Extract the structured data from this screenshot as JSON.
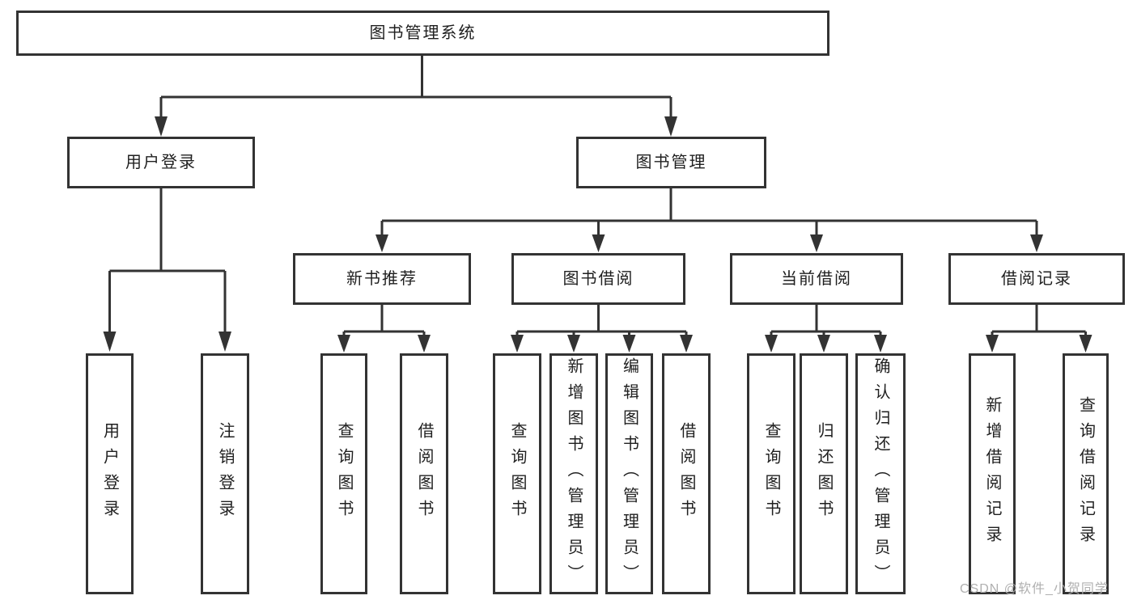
{
  "diagram": {
    "root": {
      "label": "图书管理系统"
    },
    "level2": [
      {
        "id": "user-login",
        "label": "用户登录",
        "leaves": [
          {
            "label": "用户登录"
          },
          {
            "label": "注销登录"
          }
        ]
      },
      {
        "id": "book-management",
        "label": "图书管理",
        "groups": [
          {
            "label": "新书推荐",
            "leaves": [
              {
                "label": "查询图书"
              },
              {
                "label": "借阅图书"
              }
            ]
          },
          {
            "label": "图书借阅",
            "leaves": [
              {
                "label": "查询图书"
              },
              {
                "label": "新增图书（管理员）"
              },
              {
                "label": "编辑图书（管理员）"
              },
              {
                "label": "借阅图书"
              }
            ]
          },
          {
            "label": "当前借阅",
            "leaves": [
              {
                "label": "查询图书"
              },
              {
                "label": "归还图书"
              },
              {
                "label": "确认归还（管理员）"
              }
            ]
          },
          {
            "label": "借阅记录",
            "leaves": [
              {
                "label": "新增借阅记录"
              },
              {
                "label": "查询借阅记录"
              }
            ]
          }
        ]
      }
    ]
  },
  "watermark": {
    "text": "CSDN @软件_小贺同学"
  },
  "colors": {
    "line": "#333333",
    "text": "#1f1f1f",
    "watermark": "#b0b0b0",
    "background": "#ffffff"
  }
}
